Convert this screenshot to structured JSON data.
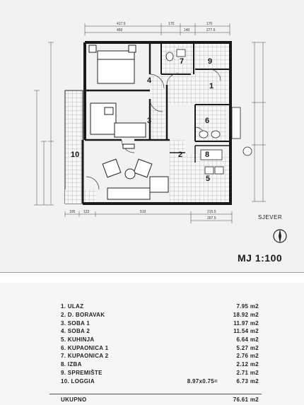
{
  "plan": {
    "rooms": [
      {
        "num": "1"
      },
      {
        "num": "2"
      },
      {
        "num": "3"
      },
      {
        "num": "4"
      },
      {
        "num": "5"
      },
      {
        "num": "6"
      },
      {
        "num": "7"
      },
      {
        "num": "8"
      },
      {
        "num": "9"
      },
      {
        "num": "10"
      }
    ],
    "dims_top": [
      "417.5",
      "450",
      "170",
      "140",
      "170",
      "277.5"
    ],
    "dims_bottom": [
      "105",
      "123",
      "519",
      "215.5",
      "297.5"
    ],
    "compass_label": "SJEVER",
    "scale": "MJ 1:100"
  },
  "areas": {
    "rows": [
      {
        "label": "1. ULAZ",
        "calc": "",
        "area": "7.95 m2"
      },
      {
        "label": "2. D. BORAVAK",
        "calc": "",
        "area": "18.92 m2"
      },
      {
        "label": "3. SOBA 1",
        "calc": "",
        "area": "11.97 m2"
      },
      {
        "label": "4. SOBA 2",
        "calc": "",
        "area": "11.54 m2"
      },
      {
        "label": "5. KUHINJA",
        "calc": "",
        "area": "6.64 m2"
      },
      {
        "label": "6. KUPAONICA 1",
        "calc": "",
        "area": "5.27 m2"
      },
      {
        "label": "7. KUPAONICA 2",
        "calc": "",
        "area": "2.76 m2"
      },
      {
        "label": "8. IZBA",
        "calc": "",
        "area": "2.12 m2"
      },
      {
        "label": "9. SPREMIŠTE",
        "calc": "",
        "area": "2.71 m2"
      },
      {
        "label": "10. LOGGIA",
        "calc": "8.97x0.75=",
        "area": "6.73 m2"
      }
    ],
    "total_label": "UKUPNO",
    "total_area": "76.61 m2"
  }
}
